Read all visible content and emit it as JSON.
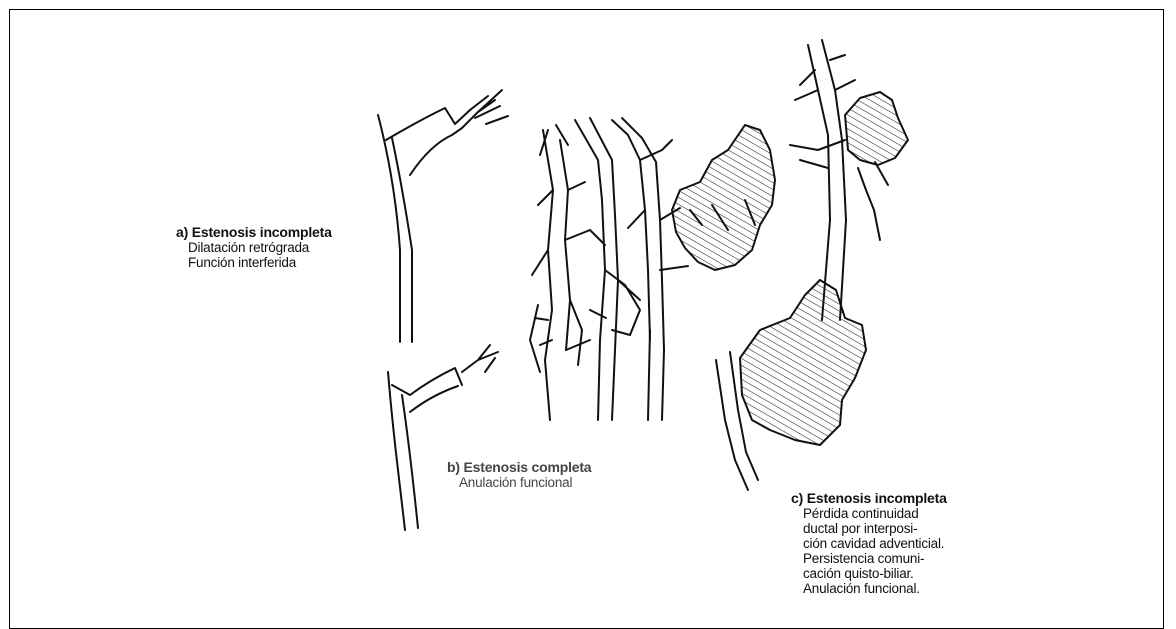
{
  "captions": {
    "a": {
      "title": "a) Estenosis incompleta",
      "lines": [
        "Dilatación retrógrada",
        "Función interferida"
      ]
    },
    "b": {
      "title": "b) Estenosis completa",
      "lines": [
        "Anulación funcional"
      ]
    },
    "c": {
      "title": "c) Estenosis incompleta",
      "lines": [
        "Pérdida continuidad",
        "ductal por interposi-",
        "ción cavidad adventicial.",
        "Persistencia comuni-",
        "cación quisto-biliar.",
        "Anulación funcional."
      ]
    }
  }
}
